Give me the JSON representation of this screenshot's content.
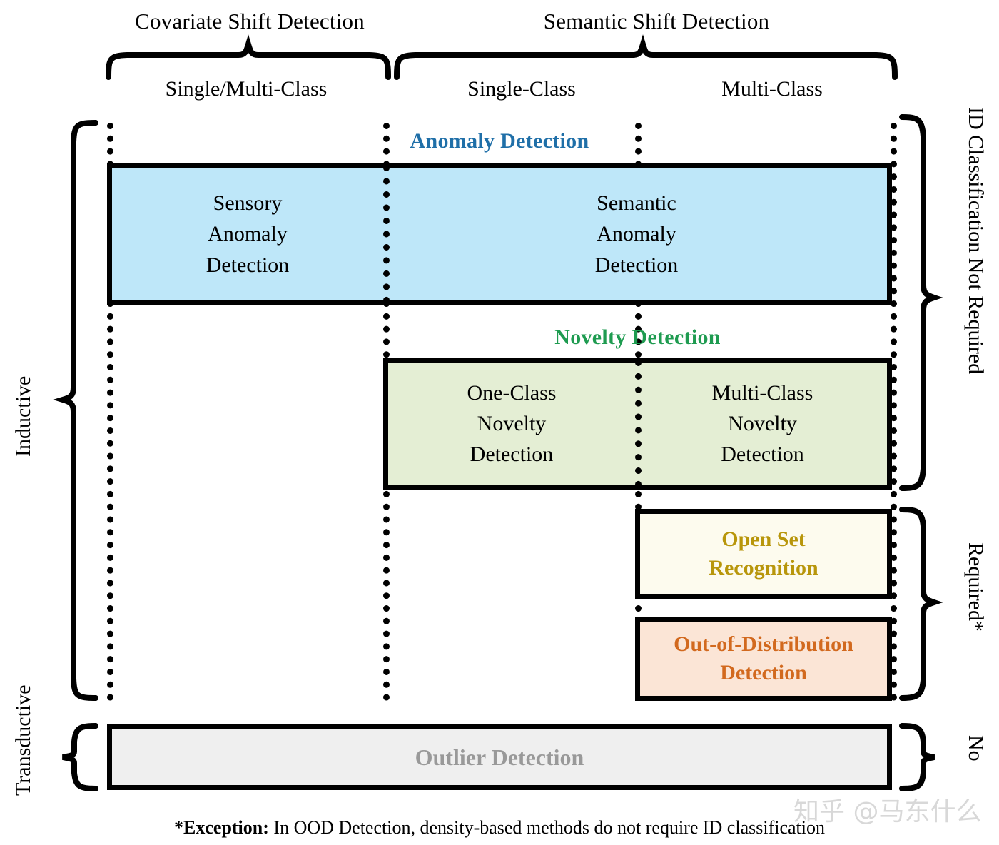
{
  "diagram": {
    "title_top_groups": [
      {
        "label": "Covariate Shift Detection"
      },
      {
        "label": "Semantic Shift Detection"
      }
    ],
    "columns": [
      {
        "label": "Single/Multi-Class"
      },
      {
        "label": "Single-Class"
      },
      {
        "label": "Multi-Class"
      }
    ],
    "categories": [
      {
        "name": "anomaly-detection",
        "title": "Anomaly Detection",
        "color": "#1F6FA8",
        "fill": "#BEE7F9",
        "cells": [
          {
            "text": "Sensory\nAnomaly\nDetection"
          },
          {
            "text": "Semantic\nAnomaly\nDetection"
          }
        ]
      },
      {
        "name": "novelty-detection",
        "title": "Novelty Detection",
        "color": "#1E9B50",
        "fill": "#E4EED4",
        "cells": [
          {
            "text": "One-Class\nNovelty\nDetection"
          },
          {
            "text": "Multi-Class\nNovelty\nDetection"
          }
        ]
      },
      {
        "name": "open-set-recognition",
        "title": "",
        "color": "#B8960B",
        "fill": "#FDFBEE",
        "cells": [
          {
            "text": "Open Set\nRecognition"
          }
        ]
      },
      {
        "name": "out-of-distribution-detection",
        "title": "",
        "color": "#D2691E",
        "fill": "#FBE5D6",
        "cells": [
          {
            "text": "Out-of-Distribution\nDetection"
          }
        ]
      },
      {
        "name": "outlier-detection",
        "title": "",
        "color": "#999999",
        "fill": "#EFEFEF",
        "cells": [
          {
            "text": "Outlier Detection"
          }
        ]
      }
    ],
    "left_labels": [
      {
        "label": "Inductive"
      },
      {
        "label": "Transductive"
      }
    ],
    "right_labels": [
      {
        "label": "ID Classification Not Required"
      },
      {
        "label": "Required*"
      },
      {
        "label": "No"
      }
    ],
    "footnote": {
      "prefix": "*Exception:",
      "text": " In OOD Detection, density-based methods do not require ID classification"
    },
    "watermark": "知乎 @马东什么"
  }
}
